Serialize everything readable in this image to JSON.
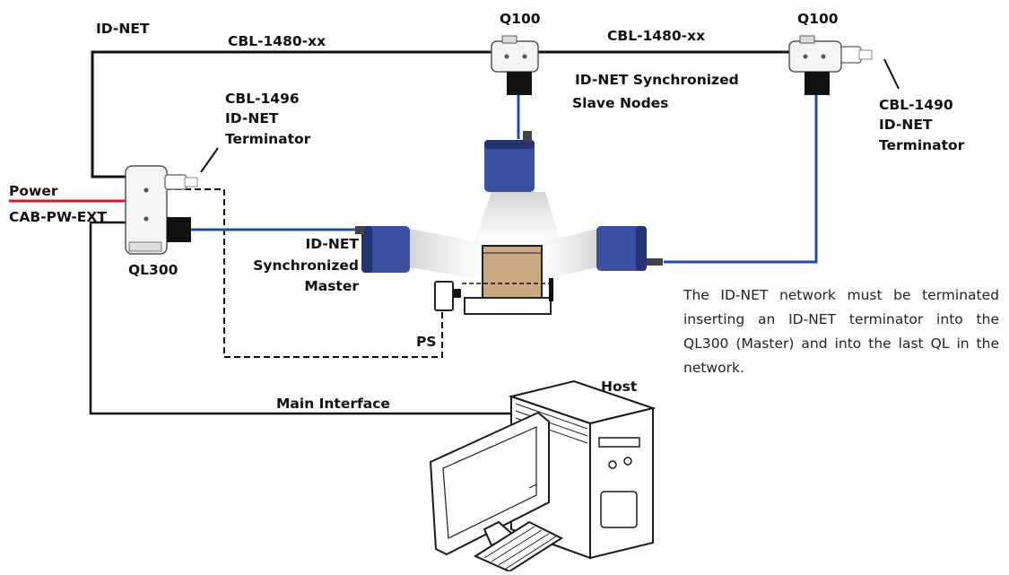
{
  "labels": {
    "id_net": "ID-NET",
    "cbl1480_left": "CBL-1480-xx",
    "cbl1480_right": "CBL-1480-xx",
    "q100_left": "Q100",
    "q100_right": "Q100",
    "slave_nodes_1": "ID-NET Synchronized",
    "slave_nodes_2": "Slave Nodes",
    "cbl1496_1": "CBL-1496",
    "cbl1496_2": "ID-NET",
    "cbl1496_3": "Terminator",
    "cbl1490_1": "CBL-1490",
    "cbl1490_2": "ID-NET",
    "cbl1490_3": "Terminator",
    "power": "Power",
    "cab_pw_ext": "CAB-PW-EXT",
    "ql300": "QL300",
    "master_1": "ID-NET",
    "master_2": "Synchronized",
    "master_3": "Master",
    "ps": "PS",
    "host": "Host",
    "main_interface": "Main Interface"
  },
  "note": "The ID-NET network must be terminated inserting an ID-NET terminator into the QL300 (Master) and into the last QL in the network.",
  "colors": {
    "network_cable": "#111111",
    "blue_cable": "#1f4ea3",
    "power_cable": "#e0142a",
    "reader_body": "#3a4fa0",
    "reader_dark": "#24336f",
    "box": "#c9a882"
  }
}
